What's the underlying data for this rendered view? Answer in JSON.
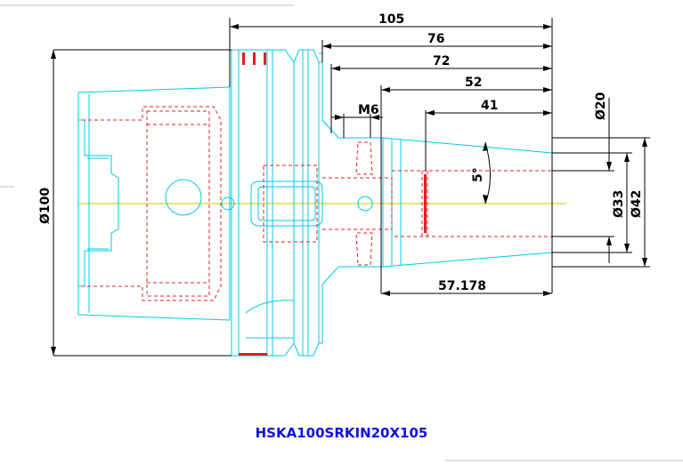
{
  "part_number": "HSKA100SRKIN20X105",
  "dimensions": {
    "overall_length": "105",
    "length_76": "76",
    "length_72": "72",
    "length_52": "52",
    "length_41": "41",
    "thread": "M6",
    "taper_angle": "5°",
    "taper_length": "57.178",
    "bore_diameter": "Ø20",
    "nose_diameter_small": "Ø33",
    "nose_diameter_large": "Ø42",
    "flange_diameter": "Ø100"
  },
  "colors": {
    "outline": "#00c8e8",
    "hidden_lines": "#e02020",
    "dimension": "#000000",
    "centerline": "#c8c800",
    "title": "#1010e0"
  }
}
